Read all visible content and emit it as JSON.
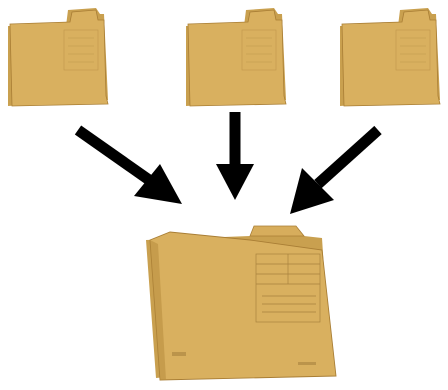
{
  "colors": {
    "background": "#ffffff",
    "folder_front": "#d9b05f",
    "folder_back": "#c9a04f",
    "folder_edge": "#a97e35",
    "folder_shadow": "#b98f40",
    "form_lines": "#a7823e",
    "arrow": "#000000"
  },
  "diagram": {
    "source_folders": [
      {
        "name": "folder-left",
        "icon": "folder-icon"
      },
      {
        "name": "folder-center",
        "icon": "folder-icon"
      },
      {
        "name": "folder-right",
        "icon": "folder-icon"
      }
    ],
    "target_folder": {
      "name": "merged-folder",
      "icon": "folder-icon"
    },
    "arrows": [
      {
        "from": "folder-left",
        "to": "merged-folder"
      },
      {
        "from": "folder-center",
        "to": "merged-folder"
      },
      {
        "from": "folder-right",
        "to": "merged-folder"
      }
    ]
  }
}
